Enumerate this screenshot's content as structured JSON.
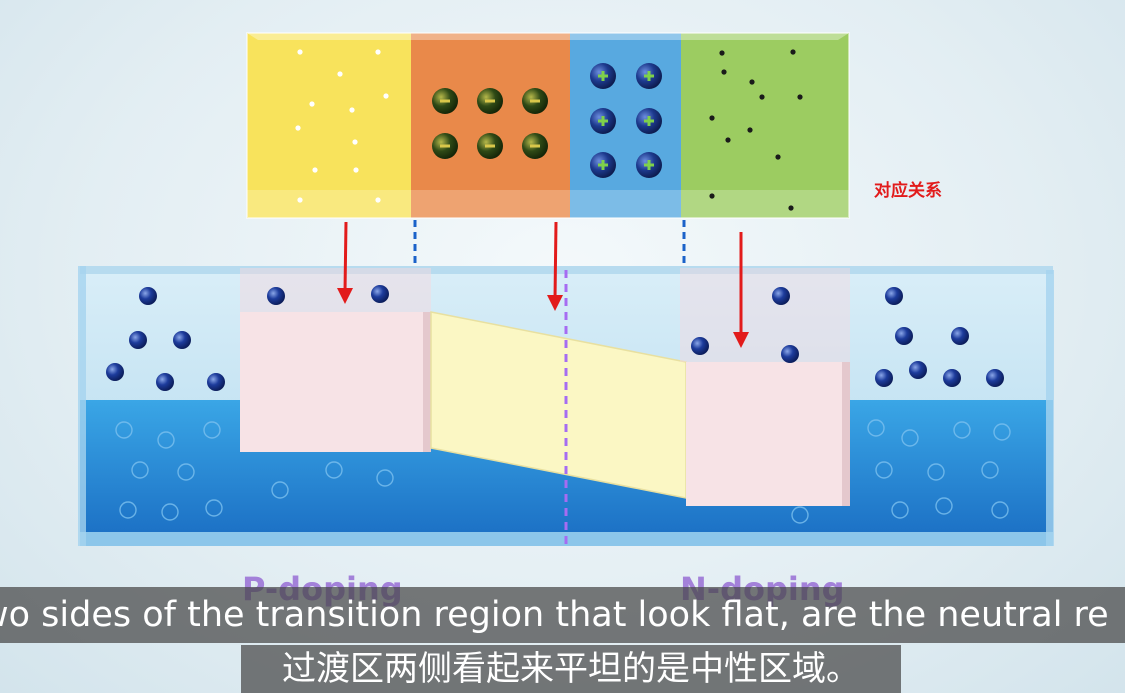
{
  "annotation": "对应关系",
  "labels": {
    "p_doping": "P-doping",
    "n_doping": "N-doping"
  },
  "subtitles": {
    "english": "wo sides of the transition region that look flat, are the neutral re",
    "chinese": "过渡区两侧看起来平坦的是中性区域。"
  },
  "charges": {
    "negative_symbol": "−",
    "positive_symbol": "+"
  },
  "colors": {
    "p_region": "#f8e35c",
    "depletion_negative": "#e9894a",
    "depletion_positive": "#58a9e0",
    "n_region": "#9ccc61",
    "annotation_red": "#e21b1b",
    "center_line": "#a66cf2"
  }
}
